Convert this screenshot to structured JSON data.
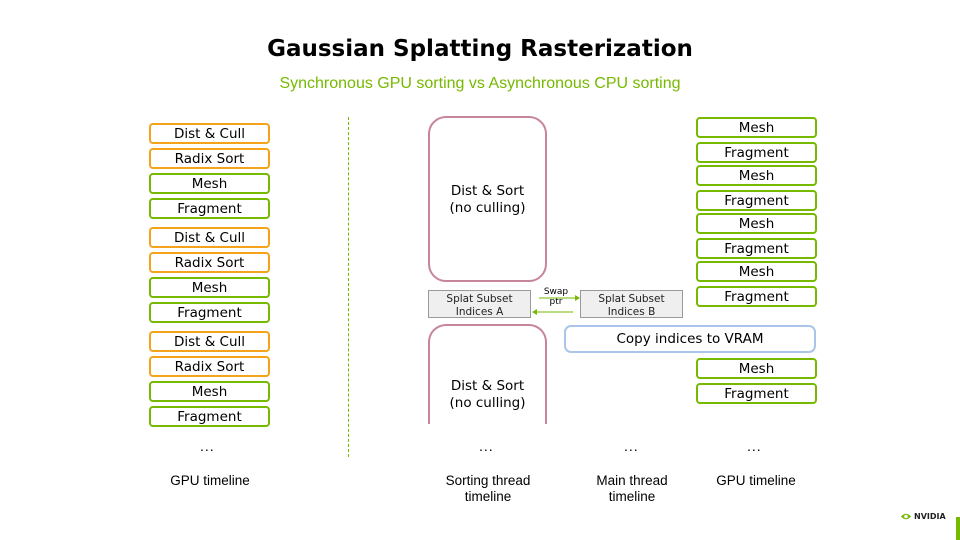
{
  "title": "Gaussian Splatting Rasterization",
  "subtitle": "Synchronous GPU sorting vs Asynchronous CPU sorting",
  "left_timeline": {
    "blocks": [
      {
        "label": "Dist & Cull",
        "color": "orange"
      },
      {
        "label": "Radix Sort",
        "color": "orange"
      },
      {
        "label": "Mesh",
        "color": "green"
      },
      {
        "label": "Fragment",
        "color": "green"
      },
      {
        "label": "Dist & Cull",
        "color": "orange"
      },
      {
        "label": "Radix Sort",
        "color": "orange"
      },
      {
        "label": "Mesh",
        "color": "green"
      },
      {
        "label": "Fragment",
        "color": "green"
      },
      {
        "label": "Dist & Cull",
        "color": "orange"
      },
      {
        "label": "Radix Sort",
        "color": "orange"
      },
      {
        "label": "Mesh",
        "color": "green"
      },
      {
        "label": "Fragment",
        "color": "green"
      }
    ],
    "ellipsis": "...",
    "caption": "GPU timeline"
  },
  "sorting_thread": {
    "block1": "Dist & Sort\n(no culling)",
    "block2": "Dist & Sort\n(no culling)",
    "ellipsis": "...",
    "caption": "Sorting thread\ntimeline"
  },
  "buffers": {
    "a": "Splat Subset\nIndices A",
    "b": "Splat Subset\nIndices B",
    "swap": "Swap\nptr"
  },
  "main_thread": {
    "copy": "Copy indices to VRAM",
    "ellipsis": "...",
    "caption": "Main thread\ntimeline"
  },
  "right_timeline": {
    "blocks_top": [
      "Mesh",
      "Fragment",
      "Mesh",
      "Fragment",
      "Mesh",
      "Fragment",
      "Mesh",
      "Fragment"
    ],
    "blocks_bottom": [
      "Mesh",
      "Fragment"
    ],
    "ellipsis": "...",
    "caption": "GPU timeline"
  },
  "logo_text": "NVIDIA",
  "colors": {
    "orange": "#f5a31a",
    "green": "#76b900",
    "pink": "#c8849c",
    "blue": "#a9c6ea"
  }
}
